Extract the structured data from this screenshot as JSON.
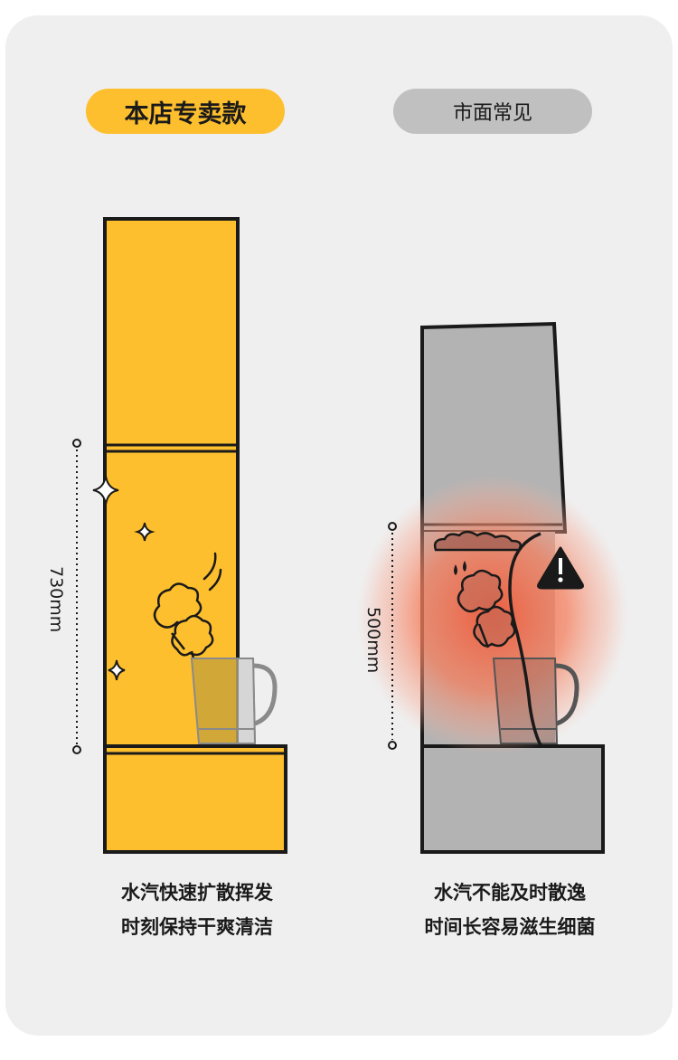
{
  "left": {
    "badge": "本店专卖款",
    "dimension": "730mm",
    "caption_line1": "水汽快速扩散挥发",
    "caption_line2": "时刻保持干爽清洁",
    "color": "#fdbf2d"
  },
  "right": {
    "badge": "市面常见",
    "dimension": "500mm",
    "caption_line1": "水汽不能及时散逸",
    "caption_line2": "时间长容易滋生细菌",
    "color": "#b3b3b3",
    "glow_color": "#f47a5a"
  },
  "icons": [
    "sparkle-icon",
    "steam-cloud-icon",
    "kettle-icon",
    "warning-icon",
    "water-drop-icon"
  ]
}
